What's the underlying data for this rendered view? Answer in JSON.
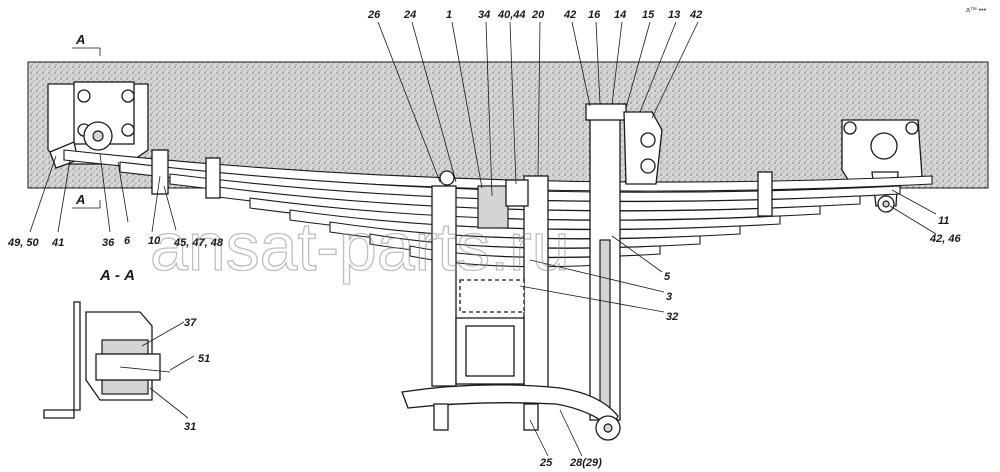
{
  "section_marks": {
    "top": "A",
    "bottom": "A"
  },
  "section_title": "А - А",
  "callouts": {
    "c26": "26",
    "c24": "24",
    "c1": "1",
    "c34": "34",
    "c40_44": "40,44",
    "c20": "20",
    "c42_top_left": "42",
    "c16": "16",
    "c14": "14",
    "c15": "15",
    "c13": "13",
    "c42_top_right": "42",
    "c49_50": "49, 50",
    "c41": "41",
    "c36": "36",
    "c6": "6",
    "c10": "10",
    "c45_47_48": "45, 47, 48",
    "c11": "11",
    "c42_46": "42, 46",
    "c5": "5",
    "c3": "3",
    "c32": "32",
    "c25": "25",
    "c28_29": "28(29)",
    "c37": "37",
    "c51": "51",
    "c31": "31"
  },
  "watermark": "ansat-parts.ru",
  "corner_mark": "a™ •••",
  "colors": {
    "frame_fill": "#cdcdcd",
    "ink": "#1a1a1a",
    "watermark": "#8a8a8a"
  }
}
